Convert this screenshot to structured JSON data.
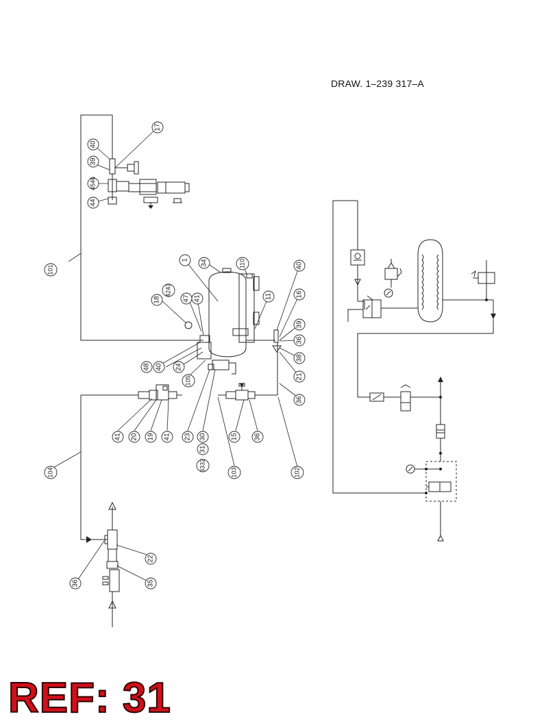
{
  "drawing_number": "DRAW. 1–239 317–A",
  "reference_label": "REF: 31",
  "callouts": {
    "c17": "17",
    "c40a": "40",
    "c39a": "39",
    "c4546": "4546",
    "c44": "44",
    "c101": "101",
    "c1": "1",
    "c34": "34",
    "c110": "110",
    "c40b": "40",
    "c11": "11",
    "c16": "16",
    "c4243": "4243",
    "c18": "18",
    "c47": "47",
    "c41a": "41",
    "c39b": "39",
    "c36a": "36",
    "c38": "38",
    "c21": "21",
    "c36b": "36",
    "c48": "48",
    "c40c": "40",
    "c24": "24",
    "c105": "105",
    "c41b": "41",
    "c20": "20",
    "c19": "19",
    "c41c": "41",
    "c23": "23",
    "c30": "30",
    "c15": "15",
    "c36c": "36",
    "c3332": "3332",
    "c31": "31",
    "c103": "103",
    "c102": "102",
    "c104": "104",
    "c22": "22",
    "c36d": "36",
    "c35": "35"
  }
}
